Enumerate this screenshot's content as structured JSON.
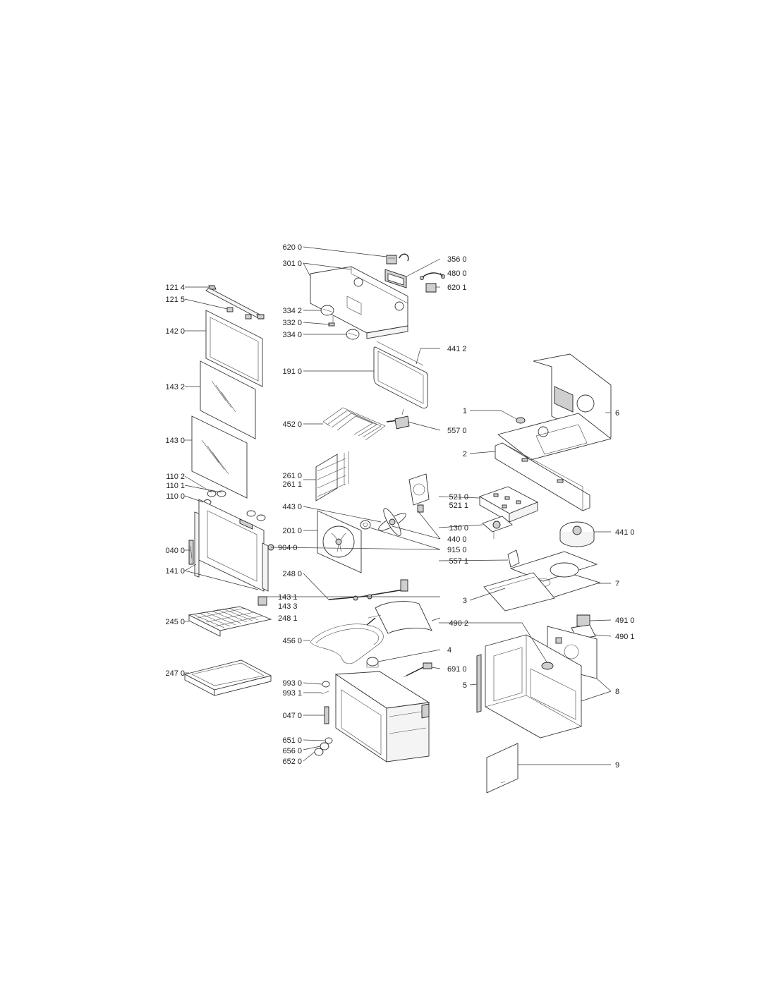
{
  "labels": {
    "l6200": "620 0",
    "l3010": "301 0",
    "l3560": "356 0",
    "l4800": "480 0",
    "l6201": "620 1",
    "l1214": "121 4",
    "l1215": "121 5",
    "l3342": "334 2",
    "l3320": "332 0",
    "l3340": "334 0",
    "l1420": "142 0",
    "l4412": "441 2",
    "l1910": "191 0",
    "l1432": "143 2",
    "l4520": "452 0",
    "l5570": "557 0",
    "l1430": "143 0",
    "l2610": "261 0",
    "l2611": "261 1",
    "l1102": "110 2",
    "l1101": "110 1",
    "l1100": "110 0",
    "l4430": "443 0",
    "l5210": "521 0",
    "l5211": "521 1",
    "l2010": "201 0",
    "l1300": "130 0",
    "l4410": "441 0",
    "l0400": "040 0",
    "l9040": "904 0",
    "l4400": "440 0",
    "l9150": "915 0",
    "l1410": "141 0",
    "l5571": "557 1",
    "l2480": "248 0",
    "l1431": "143 1",
    "l1433": "143 3",
    "l2481": "248 1",
    "l2450": "245 0",
    "l4902": "490 2",
    "l4910": "491 0",
    "l4901": "490 1",
    "l4560": "456 0",
    "l2470": "247 0",
    "l6910": "691 0",
    "l9930": "993 0",
    "l9931": "993 1",
    "l0470": "047 0",
    "l6510": "651 0",
    "l6560": "656 0",
    "l6520": "652 0",
    "n1": "1",
    "n2": "2",
    "n3": "3",
    "n4": "4",
    "n5": "5",
    "n6": "6",
    "n7": "7",
    "n8": "8",
    "n9": "9"
  }
}
